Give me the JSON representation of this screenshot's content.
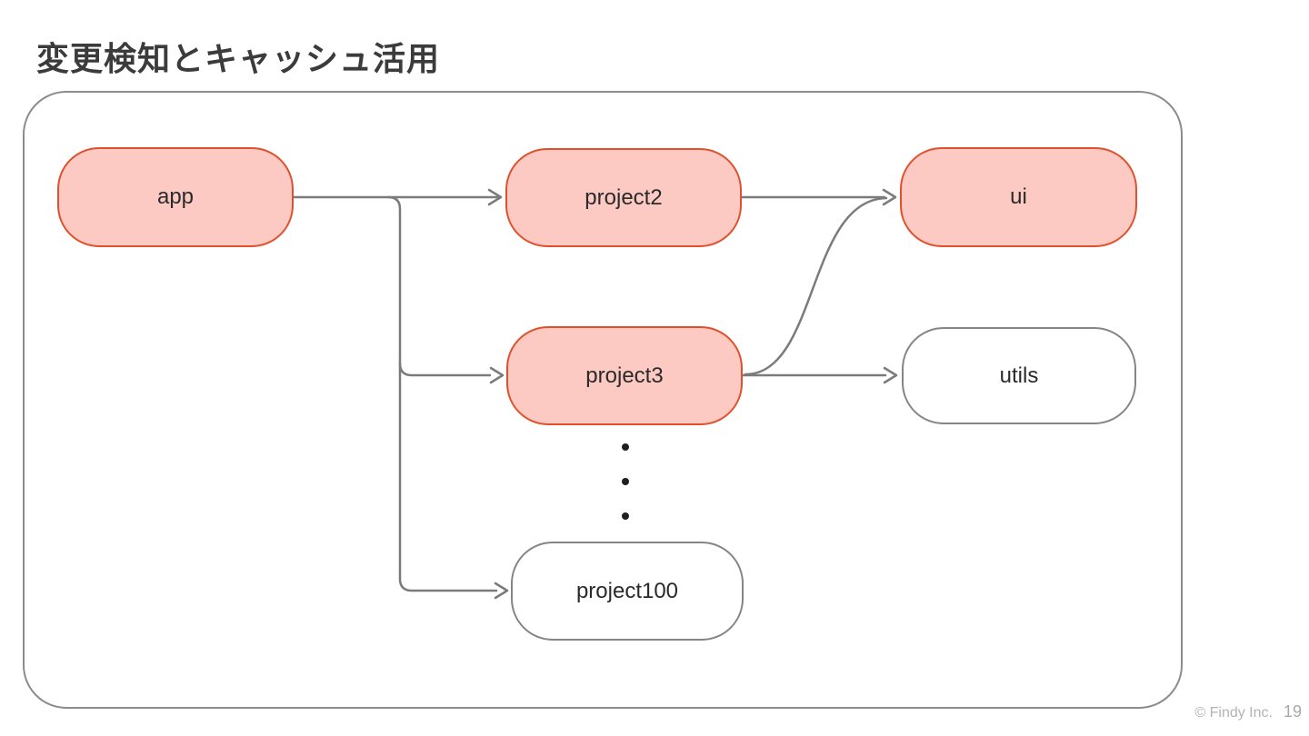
{
  "slide": {
    "title": "変更検知とキャッシュ活用",
    "footer": {
      "copyright": "© Findy Inc.",
      "page_number": "19"
    }
  },
  "diagram": {
    "nodes": [
      {
        "id": "app",
        "label": "app",
        "highlighted": true
      },
      {
        "id": "project2",
        "label": "project2",
        "highlighted": true
      },
      {
        "id": "ui",
        "label": "ui",
        "highlighted": true
      },
      {
        "id": "project3",
        "label": "project3",
        "highlighted": true
      },
      {
        "id": "utils",
        "label": "utils",
        "highlighted": false
      },
      {
        "id": "project100",
        "label": "project100",
        "highlighted": false
      }
    ],
    "edges": [
      {
        "from": "app",
        "to": "project2"
      },
      {
        "from": "app",
        "to": "project3"
      },
      {
        "from": "app",
        "to": "project100"
      },
      {
        "from": "project2",
        "to": "ui"
      },
      {
        "from": "project3",
        "to": "ui"
      },
      {
        "from": "project3",
        "to": "utils"
      }
    ],
    "ellipsis_between": {
      "from": "project3",
      "to": "project100",
      "dots": 3
    },
    "colors": {
      "highlight_fill": "#fcc9c3",
      "highlight_border": "#e0502c",
      "default_fill": "#ffffff",
      "default_border": "#858585",
      "edge": "#7b7b7b",
      "title_text": "#3b3b3b",
      "node_text": "#2a2a2a",
      "footer_text": "#b3b3b3"
    }
  }
}
